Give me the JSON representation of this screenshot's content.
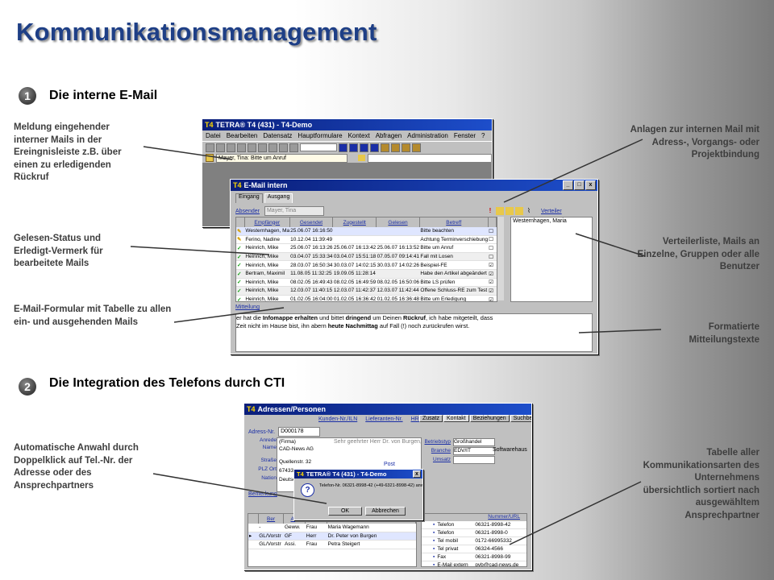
{
  "title": "Kommunikationsmanagement",
  "sections": [
    {
      "number": "1",
      "heading": "Die interne E-Mail"
    },
    {
      "number": "2",
      "heading": "Die Integration des Telefons durch CTI"
    }
  ],
  "annotations": {
    "left1": "Meldung eingehender interner Mails in der Ereingnisleiste z.B. über einen zu erledigenden Rückruf",
    "left2": "Gelesen-Status und Erledigt-Vermerk für bearbeitete Mails",
    "left3": "E-Mail-Formular mit Tabelle zu allen ein- und ausgehenden Mails",
    "right1": "Anlagen zur internen Mail mit Adress-, Vorgangs- oder Projektbindung",
    "right2": "Verteilerliste, Mails an Einzelne, Gruppen oder alle Benutzer",
    "right3": "Formatierte Mitteilungstexte",
    "left4": "Automatische Anwahl durch Doppelklick auf Tel.-Nr. der Adresse oder des Ansprechpartners",
    "right4": "Tabelle aller Kommunikationsarten des Unternehmens übersichtlich sortiert nach ausgewähltem Ansprechpartner"
  },
  "main_window": {
    "title": "TETRA® T4 (431) - T4-Demo",
    "menu": [
      "Datei",
      "Bearbeiten",
      "Datensatz",
      "Hauptformulare",
      "Kontext",
      "Abfragen",
      "Administration",
      "Fenster",
      "?"
    ],
    "event_text": "Mayer, Tina: Bitte um Anruf"
  },
  "mail_window": {
    "title": "E-Mail intern",
    "tabs": [
      "Eingang",
      "Ausgang"
    ],
    "absender_label": "Absender",
    "absender_value": "Mayer, Tina",
    "verteiler_label": "Verteiler",
    "verteiler_value": "Westernhagen, Maria",
    "columns": [
      "Empfänger",
      "Gesendet",
      "Zugestellt",
      "Gelesen",
      "Betreff"
    ],
    "rows": [
      {
        "name": "Westernhagen, Ma",
        "gesendet": "25.06.07 16:16:50",
        "zugestellt": "",
        "gelesen": "",
        "betreff": "Bitte beachten",
        "read": false
      },
      {
        "name": "Ferino, Nadine",
        "gesendet": "10.12.04 11:39:49",
        "zugestellt": "",
        "gelesen": "",
        "betreff": "Achtung Terminverschiebung",
        "read": false
      },
      {
        "name": "Heinrich, Mike",
        "gesendet": "25.06.07 16:13:26",
        "zugestellt": "25.06.07 16:13:42",
        "gelesen": "25.06.07 16:13:52",
        "betreff": "Bitte um Anruf",
        "read": true
      },
      {
        "name": "Heinrich, Mike",
        "gesendet": "03.04.07 15:33:34",
        "zugestellt": "03.04.07 15:51:18",
        "gelesen": "07.05.07 09:14:41",
        "betreff": "Fall mit Losen",
        "read": true
      },
      {
        "name": "Heinrich, Mike",
        "gesendet": "28.03.07 16:50:34",
        "zugestellt": "30.03.07 14:02:15",
        "gelesen": "30.03.07 14:02:26",
        "betreff": "Beispiel-FE",
        "read": true
      },
      {
        "name": "Bertram, Maximil",
        "gesendet": "11.08.05 11:32:25",
        "zugestellt": "19.09.05 11:28:14",
        "gelesen": "",
        "betreff": "Habe den Artikel abgeändert",
        "read": true
      },
      {
        "name": "Heinrich, Mike",
        "gesendet": "08.02.05 16:49:43",
        "zugestellt": "08.02.05 16:49:59",
        "gelesen": "08.02.05 16:50:06",
        "betreff": "Bitte LS prüfen",
        "read": true
      },
      {
        "name": "Heinrich, Mike",
        "gesendet": "12.03.07 11:40:15",
        "zugestellt": "12.03.07 11:42:37",
        "gelesen": "12.03.07 11:42:44",
        "betreff": "Offene Schluss-RE zum Test",
        "read": true
      },
      {
        "name": "Heinrich, Mike",
        "gesendet": "01.02.05 16:04:00",
        "zugestellt": "01.02.05 16:36:42",
        "gelesen": "01.02.05 16:36:48",
        "betreff": "Bitte um Erledigung",
        "read": true
      }
    ],
    "mitteilung_label": "Mitteilung",
    "message_line1": "er hat die Infomappe erhalten und bittet dringend um Deinen Rückruf, ich habe mitgeteilt, dass",
    "message_line2": "Zeit nicht im Hause bist, ihn abern heute Nachmittag auf Fall (!) noch zurückrufen wirst."
  },
  "address_window": {
    "title": "Adressen/Personen",
    "top_tabs": [
      "Kunden-Nr./ILN",
      "Lieferanten-Nr.",
      "HR-Nr."
    ],
    "right_tabs": [
      "Zusatz",
      "Kontakt",
      "Beziehungen",
      "Suchbegriffe"
    ],
    "adress_nr_label": "Adress-Nr.",
    "adress_nr": "D000178",
    "fields": [
      {
        "label": "Anrede",
        "value": "(Firma)"
      },
      {
        "label": "Name",
        "value": "CAD-News AG"
      },
      {
        "label": "Straße",
        "value": "Quellenstr. 32"
      },
      {
        "label": "PLZ Ort",
        "value": "67433"
      },
      {
        "label": "Nation",
        "value": "Deutsch"
      }
    ],
    "salutation": "Sehr geehrter Herr Dr. von Burgen,",
    "post_label": "Post",
    "bemerkung_label": "Bemerkung",
    "right_fields": [
      {
        "label": "Betriebstyp",
        "value": "Großhandel"
      },
      {
        "label": "Branche",
        "value": "EDV/IT"
      },
      {
        "label": "Umsatz",
        "value": ""
      }
    ],
    "softwarehaus": "Softwarehaus",
    "contacts_columns": [
      "Ber",
      "Abt"
    ],
    "contacts": [
      {
        "ber": "-",
        "abt": "Geww.",
        "anrede": "Frau",
        "name": "Maria Wagemann"
      },
      {
        "ber": "GL/Vorstr",
        "abt": "GF",
        "anrede": "Herr",
        "name": "Dr. Peter von Burgen"
      },
      {
        "ber": "GL/Vorstr",
        "abt": "Assi.",
        "anrede": "Frau",
        "name": "Petra Steigert"
      }
    ],
    "comm_header": "Nummer/URL",
    "comm": [
      {
        "type": "Telefon",
        "value": "06321-8998-42"
      },
      {
        "type": "Telefon",
        "value": "06321-8998-0"
      },
      {
        "type": "Tel mobil",
        "value": "0172-66995332"
      },
      {
        "type": "Tel privat",
        "value": "06324-4566"
      },
      {
        "type": "Fax",
        "value": "06321-8998-99"
      },
      {
        "type": "E-Mail extern",
        "value": "pvb@cad-news.de"
      }
    ]
  },
  "dialog": {
    "title": "TETRA® T4 (431) - T4-Demo",
    "question": "Telefon-Nr. 06321-8998-42 (+49-6321-8998-42) anwählen?",
    "ok": "OK",
    "cancel": "Abbrechen"
  }
}
